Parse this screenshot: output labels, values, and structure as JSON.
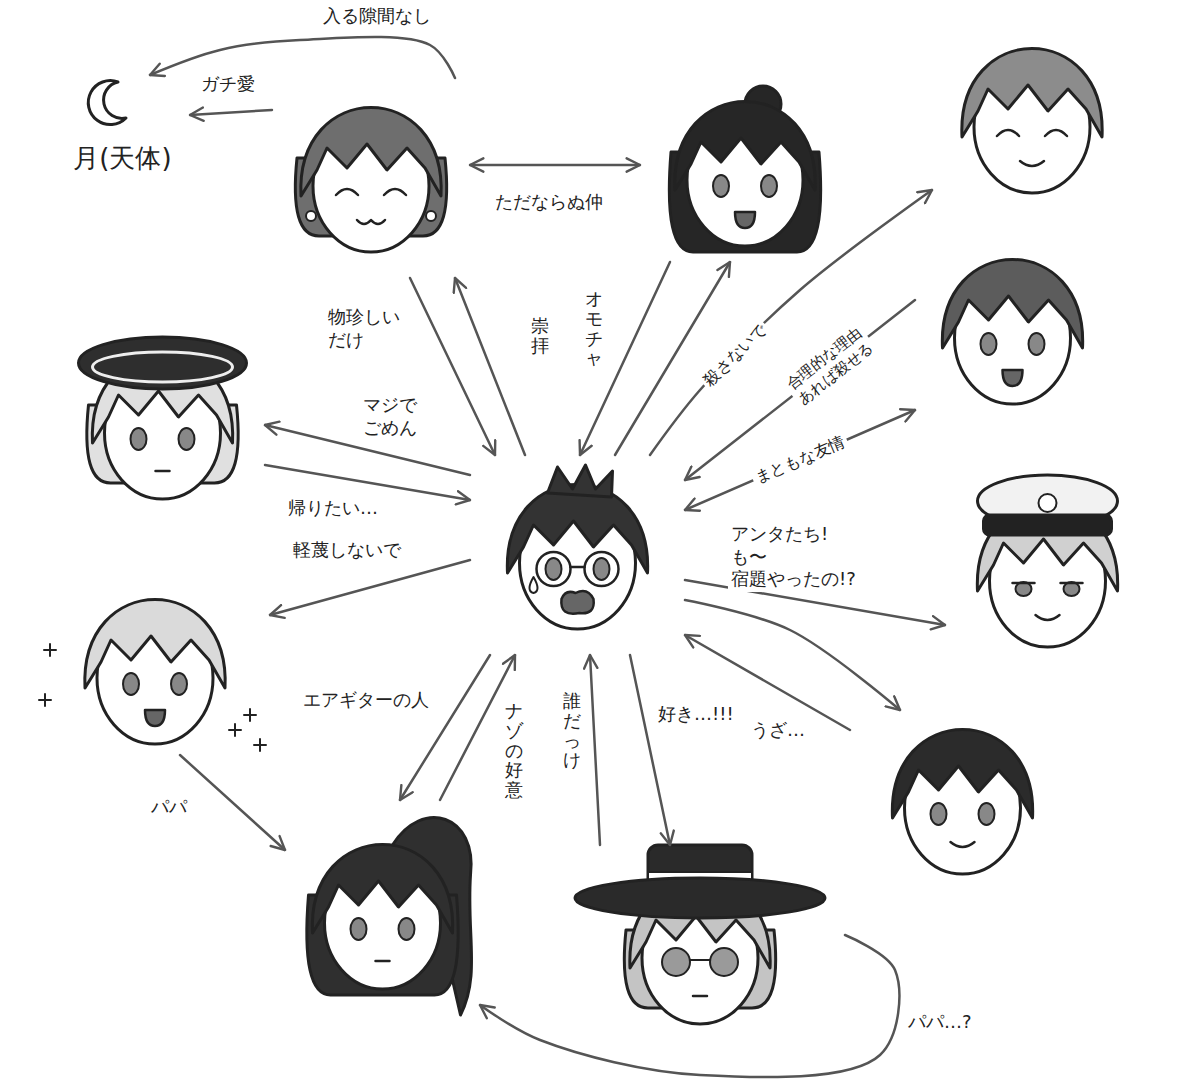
{
  "diagram": {
    "nodes": [
      {
        "text": [
          "月(天体)"
        ]
      },
      {
        "text": []
      },
      {
        "text": []
      },
      {
        "text": []
      },
      {
        "text": []
      },
      {
        "text": []
      },
      {
        "text": []
      },
      {
        "text": []
      },
      {
        "text": []
      },
      {
        "text": []
      },
      {
        "text": []
      },
      {
        "text": []
      }
    ],
    "edges": [
      {
        "from": 1,
        "to": 0,
        "arrow": "to",
        "label": "ガチ愛"
      },
      {
        "from": 1,
        "to": 0,
        "arrow": "to",
        "label": "入る隙間なし"
      },
      {
        "from": 1,
        "to": 2,
        "arrow": "both",
        "label": "ただならぬ仲"
      },
      {
        "from": 1,
        "to": 6,
        "arrow": "to",
        "label": "物珍しい だけ"
      },
      {
        "from": 6,
        "to": 1,
        "arrow": "to",
        "label": "崇拝"
      },
      {
        "from": 2,
        "to": 6,
        "arrow": "to",
        "label": "オモチャ"
      },
      {
        "from": 6,
        "to": 2,
        "arrow": "to"
      },
      {
        "from": 6,
        "to": 3,
        "arrow": "to",
        "label": "殺さないで"
      },
      {
        "from": 4,
        "to": 6,
        "arrow": "to",
        "label": "合理的な理由 あれば殺せる"
      },
      {
        "from": 6,
        "to": 4,
        "arrow": "both",
        "label": "まともな友情"
      },
      {
        "from": 6,
        "to": 7,
        "arrow": "to",
        "label": "アンタたち!も〜 宿題やったの!?"
      },
      {
        "from": 6,
        "to": 9,
        "arrow": "to"
      },
      {
        "from": 9,
        "to": 6,
        "arrow": "to",
        "label": "うざ…"
      },
      {
        "from": 6,
        "to": 5,
        "arrow": "to",
        "label": "マジで ごめん"
      },
      {
        "from": 5,
        "to": 6,
        "arrow": "to",
        "label": "帰りたい…"
      },
      {
        "from": 6,
        "to": 8,
        "arrow": "to",
        "label": "軽蔑しないで"
      },
      {
        "from": 6,
        "to": 10,
        "arrow": "to",
        "label": "エアギターの人"
      },
      {
        "from": 10,
        "to": 6,
        "arrow": "to",
        "label": "ナゾの好意"
      },
      {
        "from": 11,
        "to": 6,
        "arrow": "to",
        "label": "誰だっけ"
      },
      {
        "from": 6,
        "to": 11,
        "arrow": "to",
        "label": "好き…!!!"
      },
      {
        "from": 8,
        "to": 10,
        "arrow": "to",
        "label": "パパ"
      },
      {
        "from": 11,
        "to": 10,
        "arrow": "to",
        "label": "パパ…?"
      }
    ]
  }
}
